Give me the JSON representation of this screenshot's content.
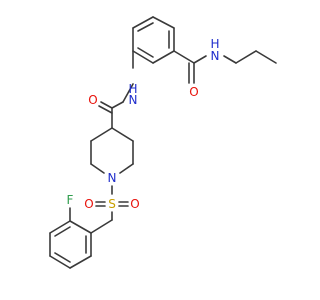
{
  "diagram": {
    "type": "chemical-structure",
    "colors": {
      "bond": "#3a3a3a",
      "nitrogen": "#1f2dcc",
      "oxygen": "#e8120b",
      "sulfur": "#c8a000",
      "fluorine": "#2f9d4d",
      "background": "#ffffff"
    },
    "atom_labels": {
      "amide_o_top": "O",
      "amide_nh_top": "N",
      "amide_nh_top_h": "H",
      "amide_o_mid": "O",
      "amide_nh_mid": "N",
      "amide_nh_mid_h": "H",
      "piperidine_n": "N",
      "sulfonyl_s": "S",
      "sulfonyl_o_left": "O",
      "sulfonyl_o_right": "O",
      "fluorine": "F"
    }
  }
}
